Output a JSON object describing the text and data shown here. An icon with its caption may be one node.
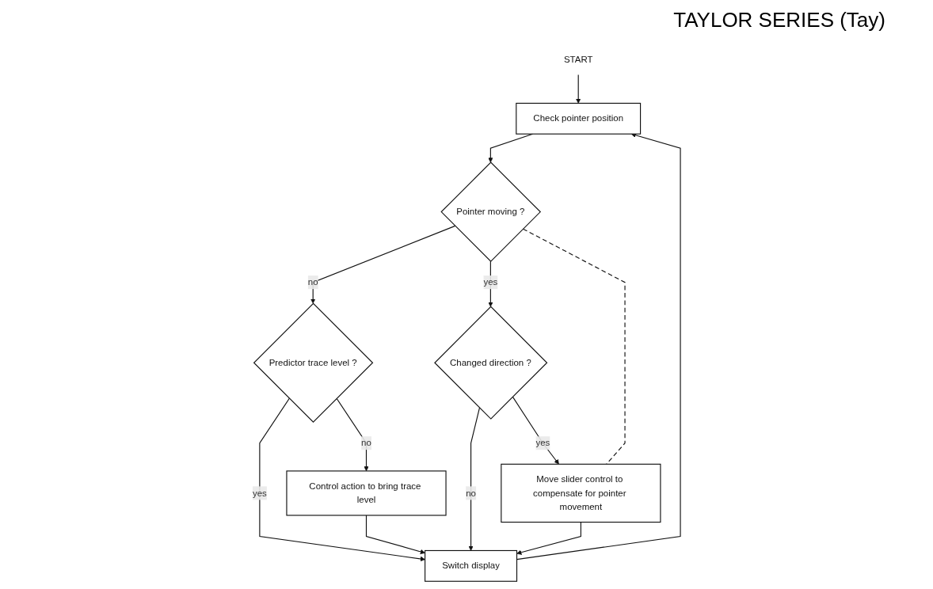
{
  "diagram": {
    "title": "TAYLOR SERIES (Tay)",
    "nodes": [
      {
        "text": [
          "START"
        ]
      },
      {
        "text": [
          "Check pointer position"
        ]
      },
      {
        "text": [
          "Pointer moving ?"
        ]
      },
      {
        "text": [
          "Changed direction ?"
        ]
      },
      {
        "text": [
          "Predictor trace level ?"
        ]
      },
      {
        "text": [
          "Control action to bring trace level"
        ]
      },
      {
        "text": [
          "Move slider control to compensate for pointer movement"
        ]
      },
      {
        "text": [
          "Switch display"
        ]
      }
    ],
    "edges": [
      {
        "from": 0,
        "to": 1,
        "arrow": "to"
      },
      {
        "from": 1,
        "to": 2,
        "arrow": "to"
      },
      {
        "from": 2,
        "to": 3,
        "arrow": "to",
        "label": "yes"
      },
      {
        "from": 2,
        "to": 4,
        "arrow": "to",
        "label": "no"
      },
      {
        "from": 4,
        "to": 5,
        "arrow": "to",
        "label": "no"
      },
      {
        "from": 4,
        "to": 7,
        "arrow": "to",
        "label": "yes"
      },
      {
        "from": 5,
        "to": 7,
        "arrow": "to"
      },
      {
        "from": 3,
        "to": 7,
        "arrow": "to",
        "label": "no"
      },
      {
        "from": 3,
        "to": 6,
        "arrow": "to",
        "label": "yes"
      },
      {
        "from": 6,
        "to": 7,
        "arrow": "to"
      },
      {
        "from": 7,
        "to": 1,
        "arrow": "to"
      },
      {
        "from": 2,
        "to": 6,
        "arrow": "none",
        "style": "dashed"
      }
    ]
  }
}
